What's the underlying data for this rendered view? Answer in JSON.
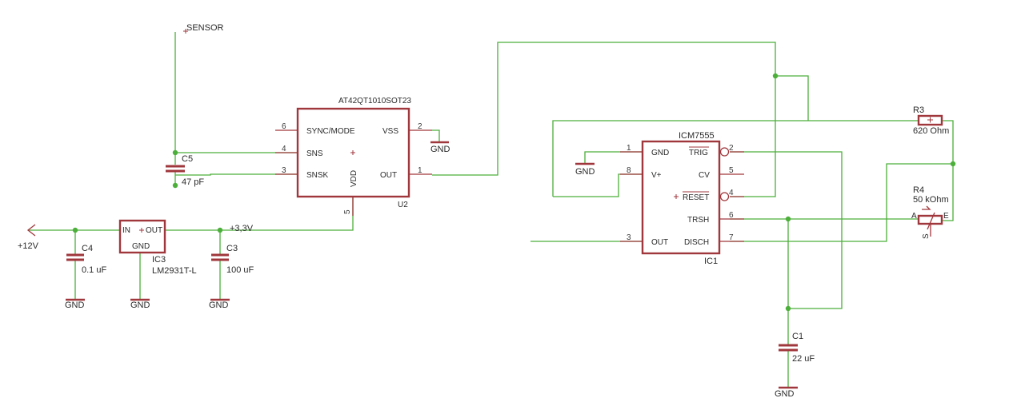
{
  "nets": {
    "sensor": "SENSOR",
    "v12": "+12V",
    "v33": "+3,3V"
  },
  "gnd_label": "GND",
  "u2": {
    "value": "AT42QT1010SOT23",
    "name": "U2",
    "pins": {
      "sync": "SYNC/MODE",
      "sns": "SNS",
      "snsk": "SNSK",
      "vss": "VSS",
      "out": "OUT",
      "vdd": "VDD",
      "n6": "6",
      "n4": "4",
      "n3": "3",
      "n2": "2",
      "n1": "1",
      "n5": "5"
    }
  },
  "ic1": {
    "value": "ICM7555",
    "name": "IC1",
    "pins": {
      "gnd": "GND",
      "vplus": "V+",
      "out": "OUT",
      "trig": "TRIG",
      "cv": "CV",
      "reset": "RESET",
      "trsh": "TRSH",
      "disch": "DISCH",
      "n1": "1",
      "n8": "8",
      "n3": "3",
      "n2": "2",
      "n5": "5",
      "n4": "4",
      "n6": "6",
      "n7": "7"
    }
  },
  "ic3": {
    "name": "IC3",
    "value": "LM2931T-L",
    "pins": {
      "in": "IN",
      "out": "OUT",
      "gnd": "GND"
    }
  },
  "c5": {
    "name": "C5",
    "value": "47 pF"
  },
  "c4": {
    "name": "C4",
    "value": "0.1 uF"
  },
  "c3": {
    "name": "C3",
    "value": "100 uF"
  },
  "c1": {
    "name": "C1",
    "value": "22 uF"
  },
  "r3": {
    "name": "R3",
    "value": "620 Ohm"
  },
  "r4": {
    "name": "R4",
    "value": "50 kOhm",
    "pin_a": "A",
    "pin_e": "E",
    "pin_s": "S"
  }
}
